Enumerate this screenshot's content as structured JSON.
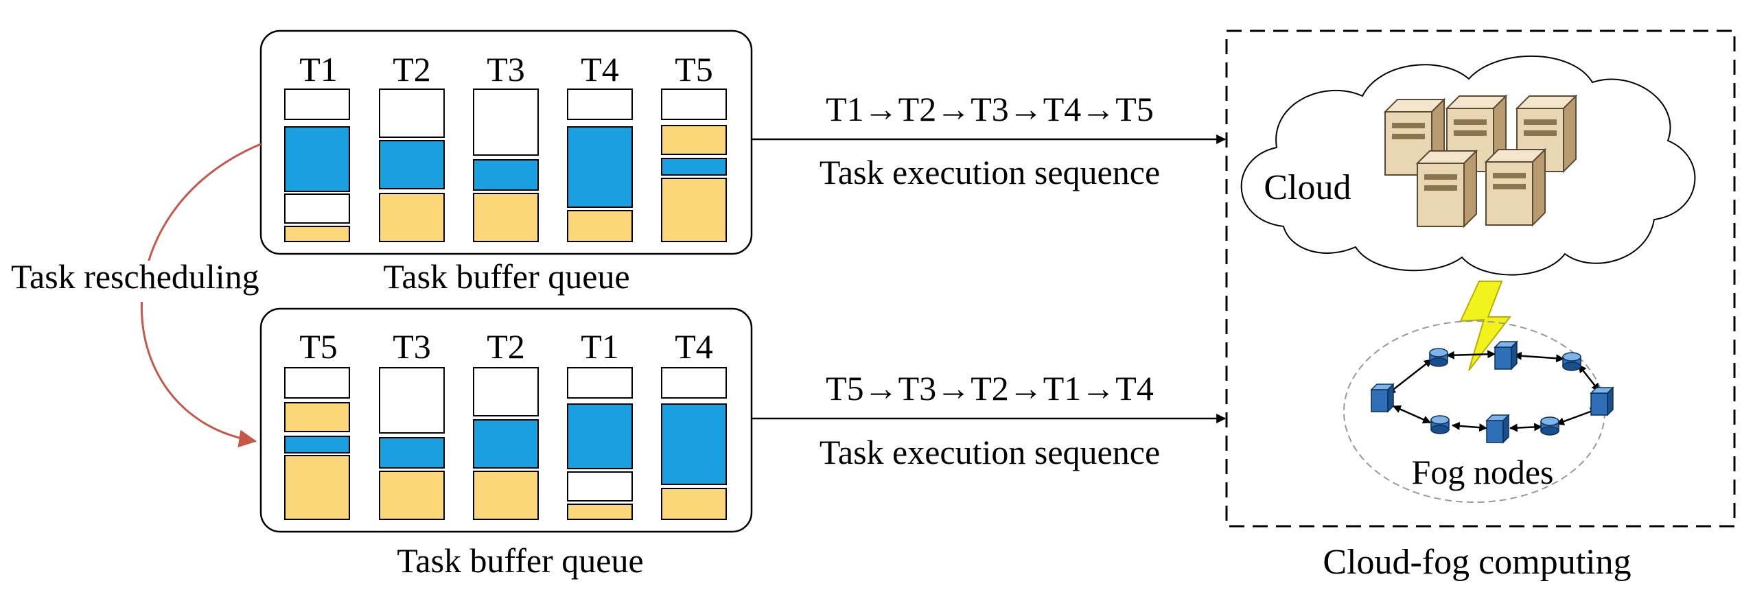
{
  "colors": {
    "blue": "#1AA0E0",
    "yellow": "#FCD779",
    "white": "#FFFFFF",
    "outline": "#000000",
    "reschedule_arrow": "#C8574A",
    "lightning": "#F2F21C"
  },
  "labels": {
    "task_rescheduling": "Task rescheduling",
    "buffer_queue_top": "Task buffer queue",
    "buffer_queue_bottom": "Task buffer queue",
    "sequence_top": "T1→T2→T3→T4→T5",
    "sequence_bottom": "T5→T3→T2→T1→T4",
    "exec_seq_top": "Task execution sequence",
    "exec_seq_bottom": "Task execution sequence",
    "cloud": "Cloud",
    "fog_nodes": "Fog nodes",
    "cloud_fog_computing": "Cloud-fog computing"
  },
  "icons": {
    "cloud_servers": "server-tower-icon",
    "fog_servers": "server-node-icon",
    "fog_disks": "disk-cylinder-icon",
    "link": "lightning-bolt-icon"
  },
  "queues": [
    {
      "name": "top",
      "tasks": [
        {
          "label": "T1",
          "segments": [
            "white",
            "blue",
            "white",
            "yellow"
          ]
        },
        {
          "label": "T2",
          "segments": [
            "white",
            "blue",
            "yellow"
          ]
        },
        {
          "label": "T3",
          "segments": [
            "white",
            "blue",
            "yellow"
          ]
        },
        {
          "label": "T4",
          "segments": [
            "white",
            "blue",
            "yellow"
          ]
        },
        {
          "label": "T5",
          "segments": [
            "white",
            "yellow",
            "blue",
            "yellow"
          ]
        }
      ]
    },
    {
      "name": "bottom",
      "tasks": [
        {
          "label": "T5",
          "segments": [
            "white",
            "yellow",
            "blue",
            "yellow"
          ]
        },
        {
          "label": "T3",
          "segments": [
            "white",
            "blue",
            "yellow"
          ]
        },
        {
          "label": "T2",
          "segments": [
            "white",
            "blue",
            "yellow"
          ]
        },
        {
          "label": "T1",
          "segments": [
            "white",
            "blue",
            "white",
            "yellow"
          ]
        },
        {
          "label": "T4",
          "segments": [
            "white",
            "blue",
            "yellow"
          ]
        }
      ]
    }
  ]
}
